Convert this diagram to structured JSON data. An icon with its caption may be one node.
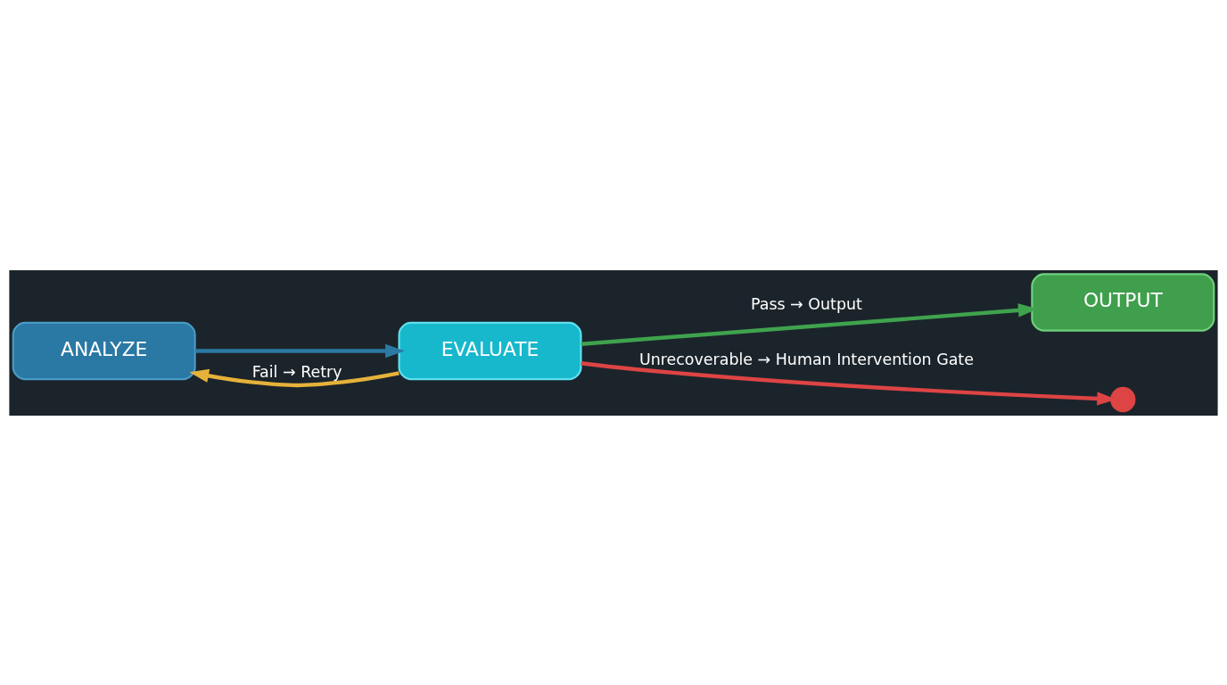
{
  "diagram": {
    "nodes": [
      {
        "text": [
          "ANALYZE"
        ]
      },
      {
        "text": [
          "EVALUATE"
        ]
      },
      {
        "text": [
          "OUTPUT"
        ]
      },
      {
        "text": [],
        "shape": "person"
      }
    ],
    "edges": [
      {
        "from": 0,
        "to": 1,
        "arrow": "to",
        "color": "#2b7aa3"
      },
      {
        "from": 1,
        "to": 2,
        "arrow": "to",
        "label": "Pass → Output",
        "color": "#3fa34d"
      },
      {
        "from": 1,
        "to": 0,
        "arrow": "to",
        "label": "Fail → Retry",
        "color": "#e5b23a"
      },
      {
        "from": 1,
        "to": 3,
        "arrow": "to",
        "label": "Unrecoverable → Human Intervention Gate",
        "color": "#dd4444"
      }
    ]
  }
}
